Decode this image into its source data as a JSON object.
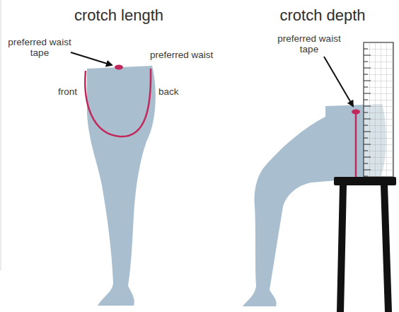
{
  "diagram": {
    "labels": [
      "crotch length",
      "preferred waist tape",
      "preferred waist",
      "front",
      "back",
      "crotch depth",
      "preferred waist tape"
    ]
  }
}
